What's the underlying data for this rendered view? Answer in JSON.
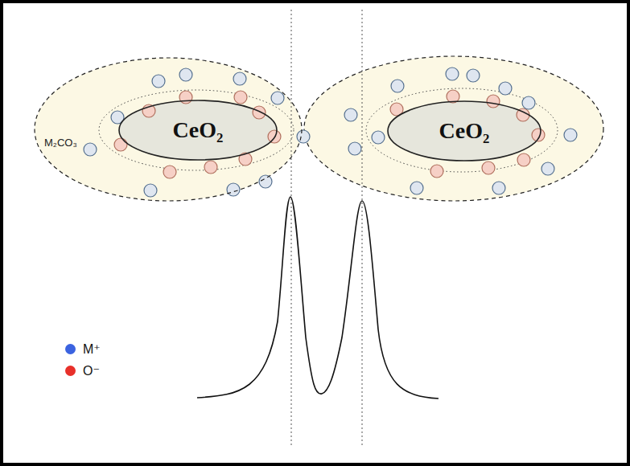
{
  "diagram": {
    "nodes": [
      {
        "text": [
          "M₂CO₃"
        ]
      },
      {
        "text": [
          "CeO₂"
        ],
        "in": 0
      },
      {
        "text": [
          "CeO₂"
        ]
      }
    ],
    "legend": [
      {
        "text": "M⁺",
        "color": "#3b63e0"
      },
      {
        "text": "O⁻",
        "color": "#e8302a"
      }
    ]
  }
}
